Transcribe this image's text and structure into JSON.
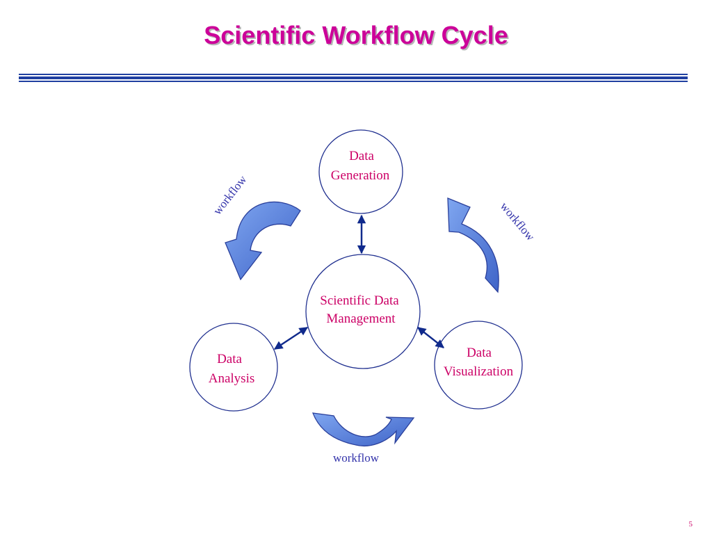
{
  "slide": {
    "title": "Scientific Workflow Cycle",
    "page_number": "5"
  },
  "nodes": {
    "generation": {
      "line1": "Data",
      "line2": "Generation"
    },
    "management": {
      "line1": "Scientific Data",
      "line2": "Management"
    },
    "analysis": {
      "line1": "Data",
      "line2": "Analysis"
    },
    "visualization": {
      "line1": "Data",
      "line2": "Visualization"
    }
  },
  "workflow_labels": {
    "left": "workflow",
    "right": "workflow",
    "bottom": "workflow"
  },
  "colors": {
    "title": "#cc0099",
    "node_text": "#cc0066",
    "circle_stroke": "#1f2f8f",
    "connector": "#102a8c",
    "arrow_fill": "#5b86e0",
    "arrow_stroke": "#2a3f9a"
  }
}
